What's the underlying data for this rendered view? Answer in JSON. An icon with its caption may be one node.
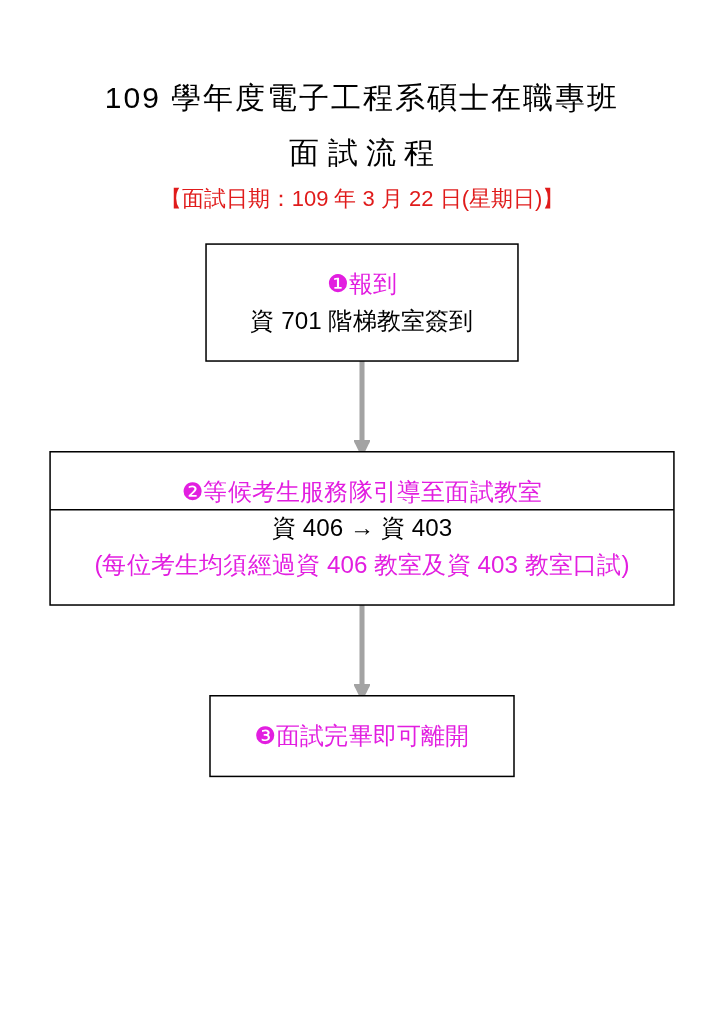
{
  "diagram": {
    "title": "109 學年度電子工程系碩士在職專班",
    "nodes": [
      {
        "text": [
          "❶報到",
          "資 701 階梯教室簽到"
        ]
      },
      {
        "text": [
          "❷等候考生服務隊引導至面試教室",
          "資 406 → 資 403",
          "(每位考生均須經過資 406 教室及資 403 教室口試)"
        ]
      },
      {
        "text": [
          "❸面試完畢即可離開"
        ]
      }
    ],
    "edges": [
      {
        "from": 0,
        "to": 1,
        "arrow": "to"
      },
      {
        "from": 1,
        "to": 2,
        "arrow": "to"
      }
    ],
    "labels": [
      "面 試 流 程",
      "【面試日期：109 年 3 月 22 日(星期日)】"
    ]
  }
}
